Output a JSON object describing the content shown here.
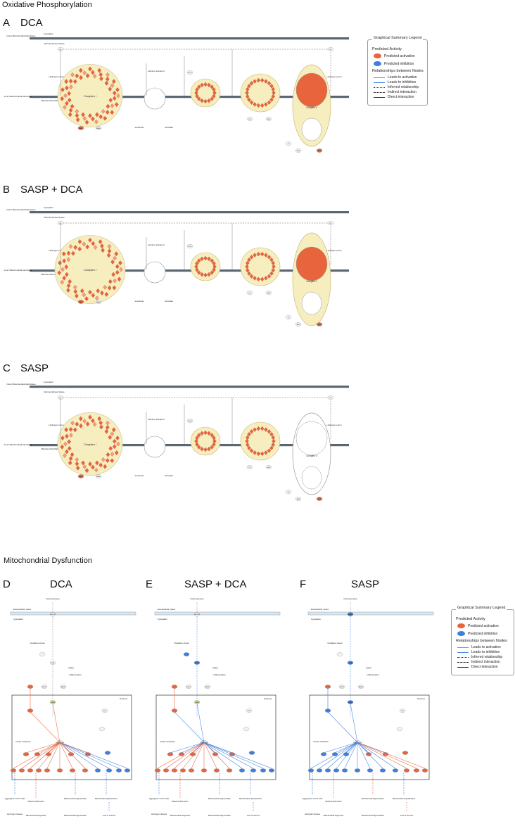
{
  "section_titles": {
    "oxphos": "Oxidative Phosphorylation",
    "mito": "Mitochondrial Dysfunction"
  },
  "panels": {
    "A": {
      "letter": "A",
      "title": "DCA"
    },
    "B": {
      "letter": "B",
      "title": "SASP + DCA"
    },
    "C": {
      "letter": "C",
      "title": "SASP"
    },
    "D": {
      "letter": "D",
      "title": "DCA"
    },
    "E": {
      "letter": "E",
      "title": "SASP + DCA"
    },
    "F": {
      "letter": "F",
      "title": "SASP"
    }
  },
  "oxphos_labels": {
    "cytoplasm": "Cytoplasm",
    "outer_membrane": "Outer Mitochondrial Membrane",
    "intermembrane": "Intermembrane Space",
    "inner_membrane": "Inner Mitochondrial Membrane",
    "matrix": "Mitochondrial Matrix",
    "hydrogen_pump": "Hydrogen pump",
    "electron_transport": "electron transport",
    "complex_i": "Complex I",
    "complex_v": "Complex V",
    "nadh": "NADH",
    "nad": "NAD+",
    "succinate": "succinate",
    "fumarate": "fumarate",
    "h2o": "H2O",
    "o2": "O2",
    "adp": "ADP",
    "atp": "ATP",
    "pi": "Pi",
    "h": "H+",
    "cyt_c": "CYT C"
  },
  "mito_labels": {
    "extracellular": "Extracellular space",
    "cytoplasm": "Cytoplasm",
    "nucleus": "Nucleus",
    "cold_exposure": "Cold exposure",
    "adrb3": "ADRB3",
    "oxidative_stress": "Oxidative stress",
    "inflammation": "Inflammation",
    "aging": "Aging",
    "pka": "PKA",
    "sirt1": "SIRT1",
    "ampk": "AMPK",
    "creb": "CREB",
    "pgc1a": "PPARGC1A",
    "htt": "HTT",
    "insulin": "Insulin resistance",
    "mito_biogenesis": "Mitochondrial biogenesis",
    "mito_fusion": "Mitochondrial fusion",
    "mito_fission": "Mitochondrial fragmentation",
    "huntington": "Huntington disease",
    "loss_neurons": "Loss of neurons",
    "mito_depol": "Mitochondrial depolarization",
    "aggregation": "Aggregation of HTT cells"
  },
  "legend": {
    "title": "Graphical Summary Legend",
    "predicted_head": "Predicted Activity",
    "activation": "Predicted activation",
    "inhibition": "Predicted inhibition",
    "rel_head": "Relationships between Nodes",
    "leads_act": "Leads to activation",
    "leads_inh": "Leads to inhibition",
    "inferred": "Inferred relationship",
    "indirect": "Indirect interaction",
    "direct": "Direct interaction"
  },
  "colors": {
    "activation": "#e8643c",
    "inhibition": "#3c7fe0",
    "membrane": "#5b6770",
    "complex_fill": "#f7eebf",
    "complex_stroke": "#c8b870",
    "node_fill": "#f2f2f2"
  }
}
